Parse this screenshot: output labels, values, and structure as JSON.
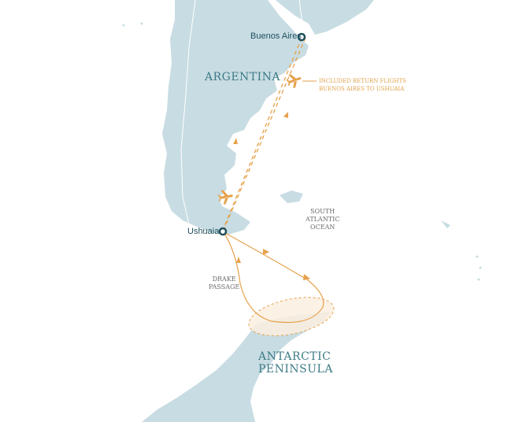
{
  "map": {
    "cities": [
      {
        "name": "Buenos Aires"
      },
      {
        "name": "Ushuaia"
      }
    ],
    "regions": {
      "country": "ARGENTINA",
      "peninsula_line1": "ANTARCTIC",
      "peninsula_line2": "PENINSULA"
    },
    "waters": {
      "ocean_line1": "SOUTH",
      "ocean_line2": "ATLANTIC",
      "ocean_line3": "OCEAN",
      "passage_line1": "DRAKE",
      "passage_line2": "PASSAGE"
    },
    "annotation": {
      "line1": "INCLUDED RETURN FLIGHTS",
      "line2": "BUENOS AIRES TO USHUAIA"
    },
    "colors": {
      "land": "#c8dce3",
      "route": "#e6a24c",
      "text": "#1f4f5c",
      "area": "#fbeee0"
    }
  }
}
